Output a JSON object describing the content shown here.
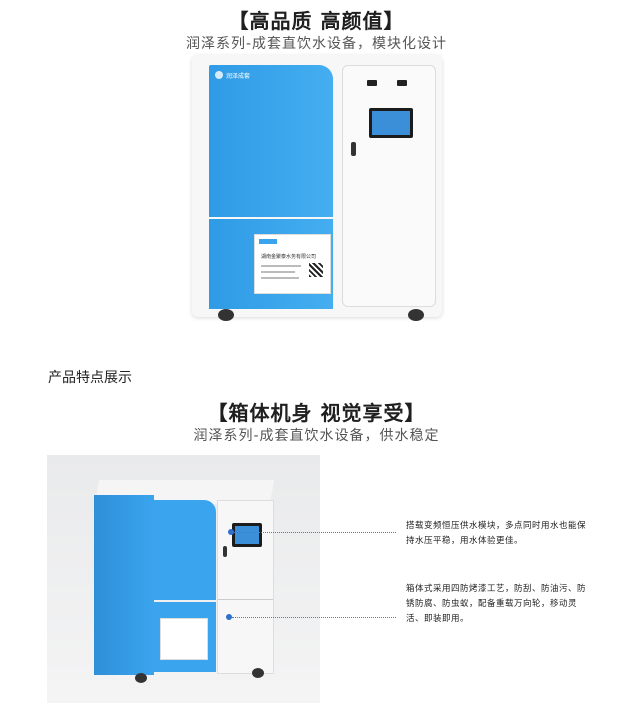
{
  "section1": {
    "title": "【高品质  高颜值】",
    "subtitle": "润泽系列-成套直饮水设备，模块化设计"
  },
  "product1": {
    "door_logo": "润泽成套",
    "card_company": "湖南金聚泰水务有限公司"
  },
  "features_label": "产品特点展示",
  "section2": {
    "title": "【箱体机身  视觉享受】",
    "subtitle": "润泽系列-成套直饮水设备，供水稳定"
  },
  "callouts": [
    {
      "text": "搭载变频恒压供水模块，多点同时用水也能保持水压平稳，用水体验更佳。"
    },
    {
      "text": "箱体式采用四防烤漆工艺，防刮、防油污、防锈防腐、防虫蚁，配备重载万向轮，移动灵活、即装即用。"
    }
  ],
  "colors": {
    "cabinet_blue": "#3aa4ee",
    "cabinet_white": "#f7f7f7",
    "callout_blue": "#2f6fcf"
  }
}
